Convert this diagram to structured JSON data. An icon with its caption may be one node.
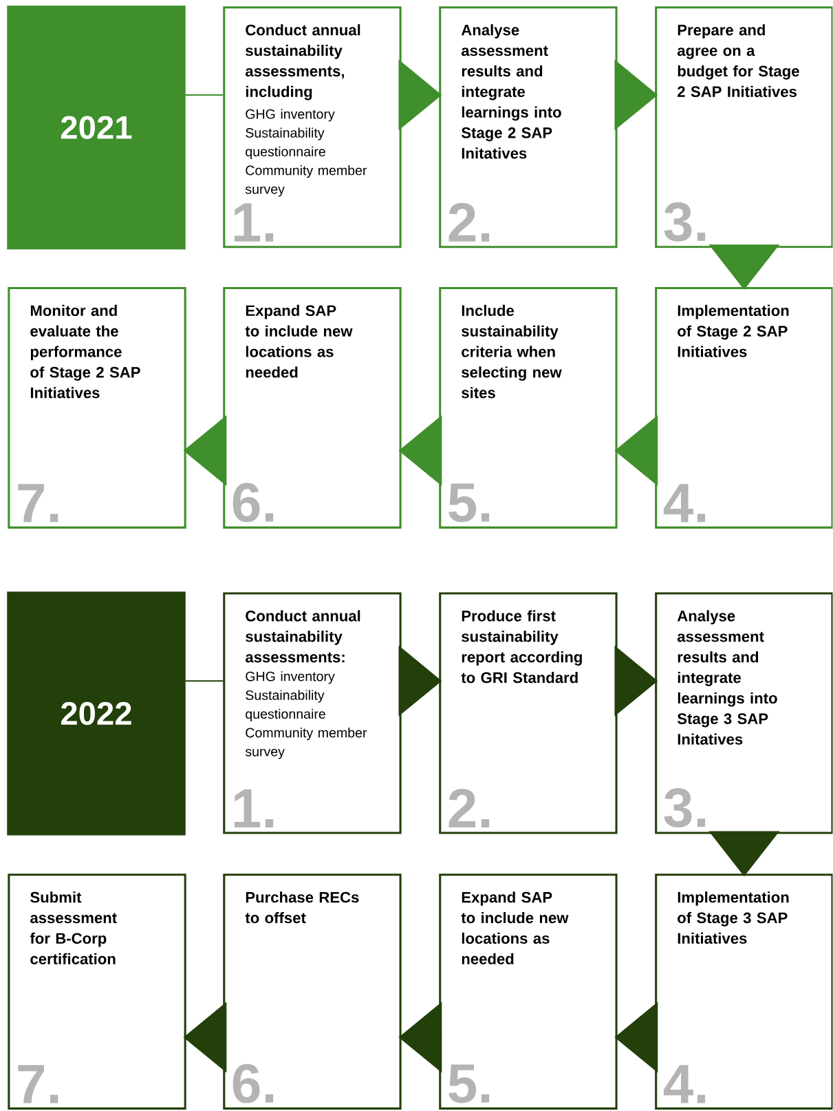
{
  "diagram": {
    "nodes": [
      {
        "text": [
          "2021"
        ]
      },
      {
        "text": [
          "Conduct annual sustainability assessments, including",
          "GHG inventory",
          "Sustainability questionnaire",
          "Community member survey",
          "1."
        ]
      },
      {
        "text": [
          "Analyse assessment results and integrate learnings into Stage 2 SAP Initatives",
          "2."
        ]
      },
      {
        "text": [
          "Prepare and agree on a budget for Stage 2 SAP Initiatives",
          "3."
        ]
      },
      {
        "text": [
          "Implementation of Stage 2 SAP Initiatives",
          "4."
        ]
      },
      {
        "text": [
          "Include sustainability criteria when selecting new sites",
          "5."
        ]
      },
      {
        "text": [
          "Expand SAP to include new locations as needed",
          "6."
        ]
      },
      {
        "text": [
          "Monitor and evaluate the performance of Stage 2 SAP Initiatives",
          "7."
        ]
      },
      {
        "text": [
          "2022"
        ]
      },
      {
        "text": [
          "Conduct annual sustainability assessments:",
          "GHG inventory",
          "Sustainability questionnaire",
          "Community member survey",
          "1."
        ]
      },
      {
        "text": [
          "Produce first sustainability report according to GRI Standard",
          "2."
        ]
      },
      {
        "text": [
          "Analyse assessment results and integrate learnings into Stage 3 SAP Initatives",
          "3."
        ]
      },
      {
        "text": [
          "Implementation of Stage 3 SAP Initiatives",
          "4."
        ]
      },
      {
        "text": [
          "Expand SAP to include new locations as needed",
          "5."
        ]
      },
      {
        "text": [
          "Purchase RECs to offset",
          "6."
        ]
      },
      {
        "text": [
          "Submit assessment for B-Corp certification",
          "7."
        ]
      }
    ],
    "edges": [
      {
        "from": 0,
        "to": 1,
        "arrow": "none"
      },
      {
        "from": 1,
        "to": 2,
        "arrow": "to"
      },
      {
        "from": 2,
        "to": 3,
        "arrow": "to"
      },
      {
        "from": 3,
        "to": 4,
        "arrow": "to"
      },
      {
        "from": 4,
        "to": 5,
        "arrow": "to"
      },
      {
        "from": 5,
        "to": 6,
        "arrow": "to"
      },
      {
        "from": 6,
        "to": 7,
        "arrow": "to"
      },
      {
        "from": 8,
        "to": 9,
        "arrow": "none",
        "color": "#233f0a"
      },
      {
        "from": 9,
        "to": 10,
        "arrow": "to",
        "color": "#233f0a"
      },
      {
        "from": 10,
        "to": 11,
        "arrow": "to",
        "color": "#233f0a"
      },
      {
        "from": 11,
        "to": 12,
        "arrow": "to",
        "color": "#233f0a"
      },
      {
        "from": 12,
        "to": 13,
        "arrow": "to",
        "color": "#233f0a"
      },
      {
        "from": 13,
        "to": 14,
        "arrow": "to",
        "color": "#233f0a"
      },
      {
        "from": 14,
        "to": 15,
        "arrow": "to",
        "color": "#233f0a"
      }
    ]
  }
}
